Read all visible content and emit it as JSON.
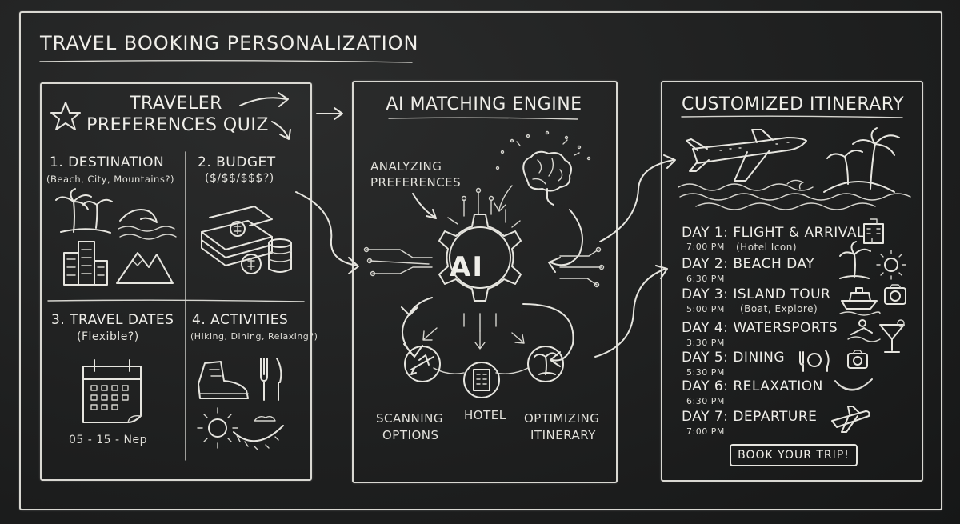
{
  "title": "TRAVEL BOOKING PERSONALIZATION",
  "quiz": {
    "heading_line1": "TRAVELER",
    "heading_line2": "PREFERENCES QUIZ",
    "destination": {
      "label": "1. DESTINATION",
      "hint": "(Beach, City, Mountains?)"
    },
    "budget": {
      "label": "2. BUDGET",
      "hint": "($/$$/$$$?)"
    },
    "dates": {
      "label": "3. TRAVEL DATES",
      "hint": "(Flexible?)",
      "value": "05 - 15 - Nep"
    },
    "activities": {
      "label": "4. ACTIVITIES",
      "hint": "(Hiking, Dining, Relaxing?)"
    }
  },
  "engine": {
    "heading": "AI MATCHING ENGINE",
    "core_label": "AI",
    "analyzing": [
      "ANALYZING",
      "PREFERENCES"
    ],
    "scanning": [
      "SCANNING",
      "OPTIONS"
    ],
    "hotel": "HOTEL",
    "optimizing": [
      "OPTIMIZING",
      "ITINERARY"
    ]
  },
  "itinerary": {
    "heading": "CUSTOMIZED ITINERARY",
    "days": [
      {
        "label": "DAY 1: FLIGHT & ARRIVAL",
        "time": "7:00 PM",
        "note": "(Hotel Icon)"
      },
      {
        "label": "DAY 2: BEACH DAY",
        "time": "6:30 PM",
        "note": ""
      },
      {
        "label": "DAY 3: ISLAND TOUR",
        "time": "5:00 PM",
        "note": "(Boat, Explore)"
      },
      {
        "label": "DAY 4: WATERSPORTS",
        "time": "3:30 PM",
        "note": ""
      },
      {
        "label": "DAY 5: DINING",
        "time": "5:30 PM",
        "note": ""
      },
      {
        "label": "DAY 6: RELAXATION",
        "time": "6:30 PM",
        "note": ""
      },
      {
        "label": "DAY 7: DEPARTURE",
        "time": "7:00 PM",
        "note": ""
      }
    ],
    "book_button": "BOOK YOUR TRIP!"
  },
  "icons": [
    "star-icon",
    "palm-tree-icon",
    "wave-icon",
    "city-buildings-icon",
    "mountains-icon",
    "money-stack-icon",
    "coins-icon",
    "calendar-icon",
    "hiking-boot-icon",
    "fork-knife-icon",
    "sun-icon",
    "hammock-icon",
    "brain-icon",
    "gear-icon",
    "airplane-icon",
    "hotel-icon",
    "island-icon",
    "camera-icon",
    "boat-icon",
    "swimmer-icon",
    "cocktail-icon",
    "plate-icon"
  ],
  "colors": {
    "board": "#1d1e1e",
    "chalk": "#ecebe6"
  }
}
